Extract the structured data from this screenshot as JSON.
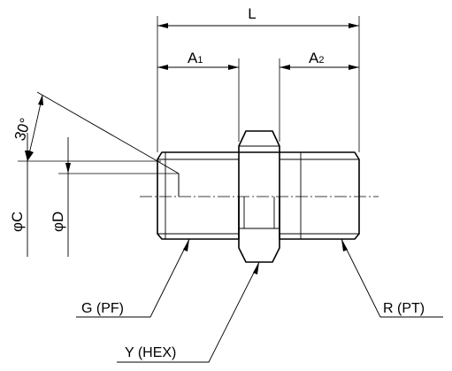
{
  "dimensions": {
    "overall_length": "L",
    "a1": {
      "main": "A",
      "sub": "1"
    },
    "a2": {
      "main": "A",
      "sub": "2"
    },
    "angle": "30°",
    "phi_c": "φC",
    "phi_d": "φD"
  },
  "callouts": {
    "left_thread": "G (PF)",
    "hex": "Y (HEX)",
    "right_thread": "R (PT)"
  }
}
